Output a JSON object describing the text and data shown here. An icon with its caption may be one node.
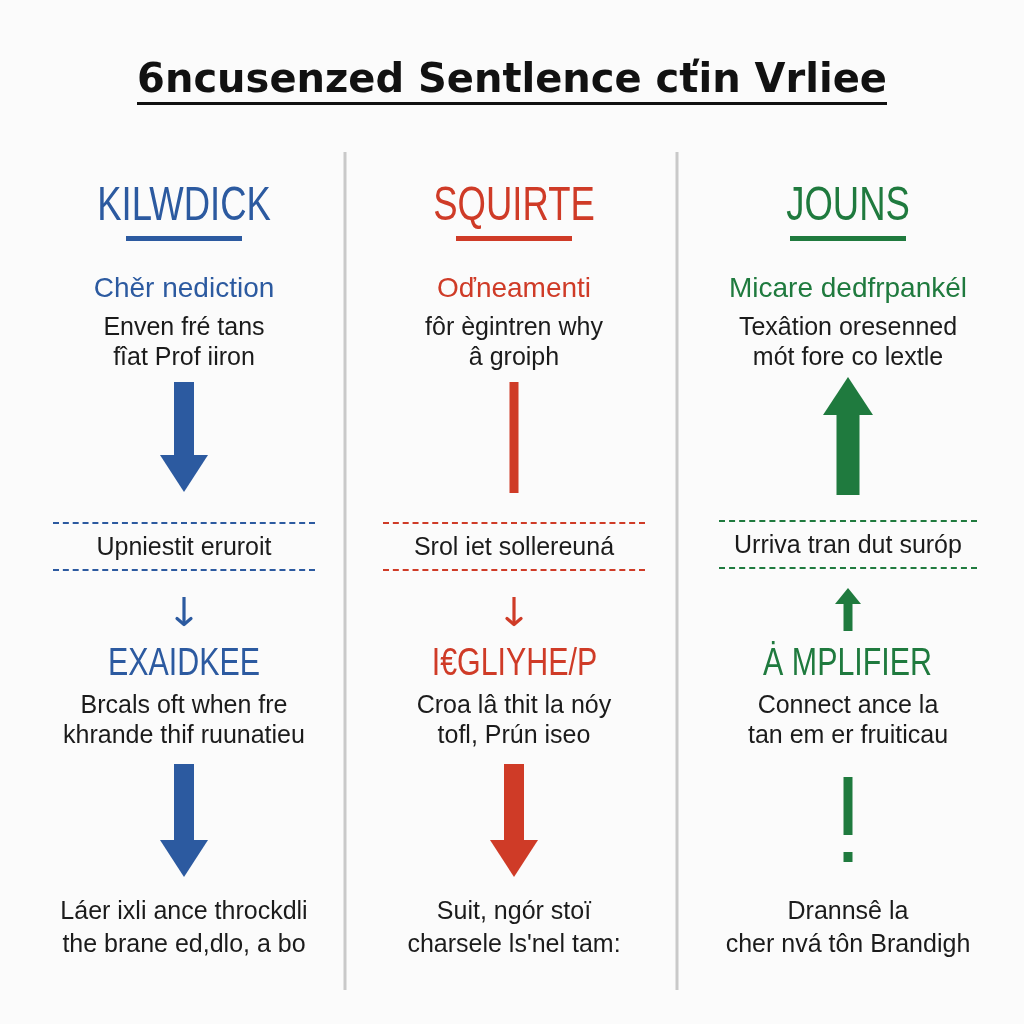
{
  "diagram": {
    "title": "6ncusenzed Sentlence cťin Vrliee",
    "nodes": [
      {
        "text": [
          "Chěr nediction",
          "Enven fré tans fîat Prof iiron"
        ]
      },
      {
        "text": [
          "Upniestit eruroit"
        ]
      },
      {
        "text": [
          "EXAIDKEE",
          "Brcals oft when fre khrande thif ruunatieu"
        ]
      },
      {
        "text": [
          "Láer ixli ance throckdli the brane ed,dlo, a bo"
        ]
      },
      {
        "text": [
          "Oďneamenti",
          "fôr ègintren why â groiph"
        ]
      },
      {
        "text": [
          "Srol iet sollereuná"
        ]
      },
      {
        "text": [
          "I€GLIYHE/P",
          "Croa lâ thit la nóy tofl, Prún iseo"
        ]
      },
      {
        "text": [
          "Suit, ngór stoï charsele ls'nel tam:"
        ]
      },
      {
        "text": [
          "Micare dedfrpankél",
          "Texâtion oresenned mót fore co lextle"
        ]
      },
      {
        "text": [
          "Urriva tran dut suróp"
        ]
      },
      {
        "text": [
          "Ȧ MPLIFIER",
          "Connect ance la tan em er fruiticau"
        ]
      },
      {
        "text": [
          "Drannsê la cher nvá tôn Brandigh"
        ]
      }
    ],
    "edges": [
      {
        "from": 0,
        "to": 1,
        "arrow": "to",
        "style": "thick",
        "color": "#2c5aa0"
      },
      {
        "from": 1,
        "to": 2,
        "arrow": "to",
        "color": "#2c5aa0"
      },
      {
        "from": 2,
        "to": 3,
        "arrow": "to",
        "style": "thick",
        "color": "#2c5aa0"
      },
      {
        "from": 4,
        "to": 5,
        "arrow": "none",
        "color": "#cf3b27"
      },
      {
        "from": 5,
        "to": 6,
        "arrow": "to",
        "color": "#cf3b27"
      },
      {
        "from": 6,
        "to": 7,
        "arrow": "to",
        "style": "thick",
        "color": "#cf3b27"
      },
      {
        "from": 9,
        "to": 8,
        "arrow": "to",
        "style": "thick",
        "color": "#1f7a3e"
      },
      {
        "from": 10,
        "to": 9,
        "arrow": "to",
        "color": "#1f7a3e"
      },
      {
        "from": 10,
        "to": 11,
        "arrow": "other",
        "color": "#1f7a3e"
      }
    ],
    "labels": [
      "KILWDICK",
      "SQUIRTE",
      "JOUNS"
    ]
  }
}
